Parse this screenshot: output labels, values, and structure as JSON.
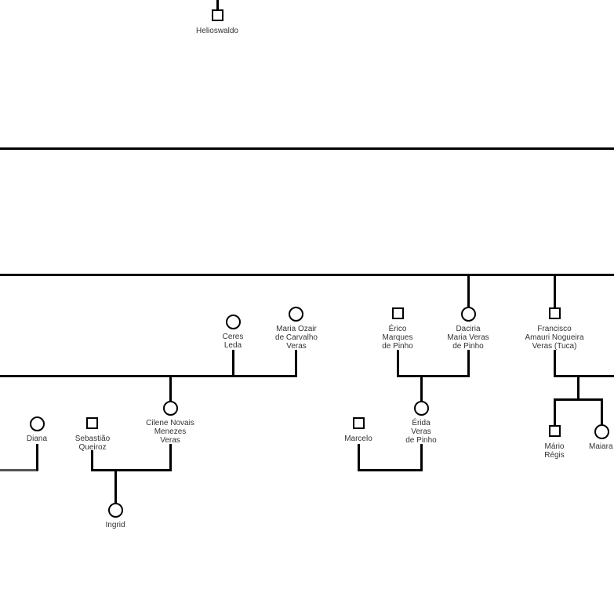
{
  "people": [
    {
      "id": "helioswaldo",
      "name": "Helioswaldo",
      "sex": "male"
    },
    {
      "id": "ceres",
      "name": "Ceres\nLeda",
      "sex": "female"
    },
    {
      "id": "maria_ozair",
      "name": "Maria Ozair\nde Carvalho\nVeras",
      "sex": "female"
    },
    {
      "id": "erico",
      "name": "Érico\nMarques\nde Pinho",
      "sex": "male"
    },
    {
      "id": "daciria",
      "name": "Daciria\nMaria Veras\nde Pinho",
      "sex": "female"
    },
    {
      "id": "francisco",
      "name": "Francisco\nAmauri Nogueira\nVeras (Tuca)",
      "sex": "male"
    },
    {
      "id": "diana",
      "name": "Diana",
      "sex": "female"
    },
    {
      "id": "sebastiao",
      "name": "Sebastião\nQueiroz",
      "sex": "male"
    },
    {
      "id": "cilene",
      "name": "Cilene Novais\nMenezes\nVeras",
      "sex": "female"
    },
    {
      "id": "marcelo",
      "name": "Marcelo",
      "sex": "male"
    },
    {
      "id": "erida",
      "name": "Érida\nVeras\nde Pinho",
      "sex": "female"
    },
    {
      "id": "mario",
      "name": "Mário\nRégis",
      "sex": "male"
    },
    {
      "id": "maiara",
      "name": "Maiara",
      "sex": "female"
    },
    {
      "id": "ingrid",
      "name": "Ingrid",
      "sex": "female"
    }
  ]
}
